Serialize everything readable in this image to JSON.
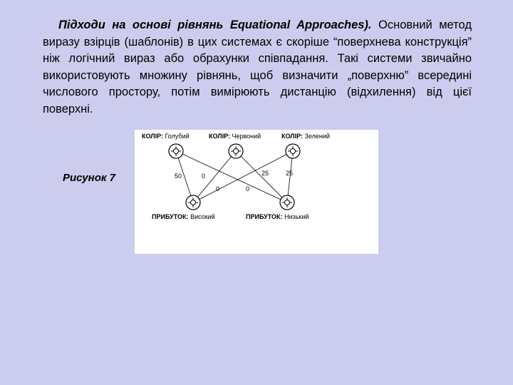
{
  "paragraph": {
    "term": "Підходи на основі рівнянь Equational Approaches).",
    "body": " Основний метод виразу взірців (шаблонів) в цих системах є скоріше “поверхнева конструкція” ніж логічний вираз або обрахунки співпадання. Такі системи звичайно використовують множину рівнянь, щоб визначити „поверхню” всередині числового простору, потім вимірюють дистанцію (відхилення) від цієї поверхні."
  },
  "caption": "Рисунок 7",
  "figure": {
    "top_nodes": [
      {
        "key": "КОЛІР:",
        "value": " Голубий"
      },
      {
        "key": "КОЛІР:",
        "value": " Червоний"
      },
      {
        "key": "КОЛІР:",
        "value": " Зелений"
      }
    ],
    "bottom_nodes": [
      {
        "key": "ПРИБУТОК:",
        "value": " Високий"
      },
      {
        "key": "ПРИБУТОК:",
        "value": " Низький"
      }
    ],
    "edge_labels": {
      "blue_high": "50",
      "blue_low": "0",
      "red_high": "0",
      "red_low": "0",
      "green_high": "25",
      "green_low": "25"
    },
    "node_icon": "circle-cross-icon"
  }
}
